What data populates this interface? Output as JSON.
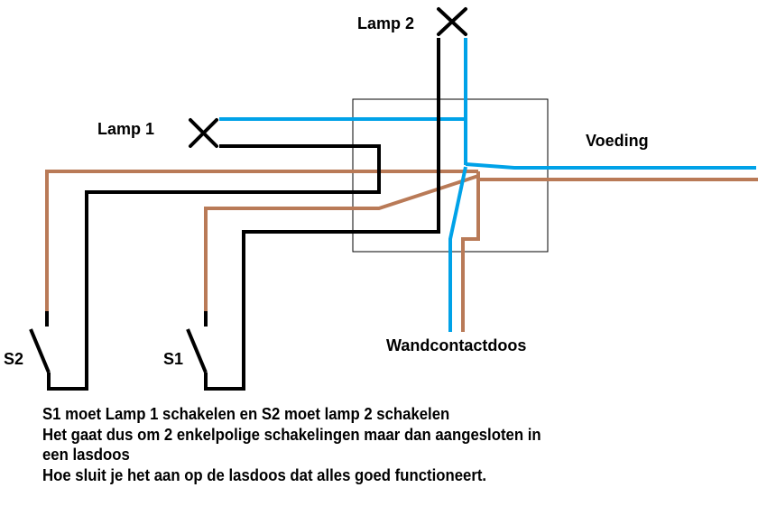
{
  "labels": {
    "lamp1": "Lamp 1",
    "lamp2": "Lamp 2",
    "voeding": "Voeding",
    "wandcontactdoos": "Wandcontactdoos",
    "s1": "S1",
    "s2": "S2"
  },
  "wire_colors": {
    "neutral": "#00a2e8",
    "phase": "#b97a57",
    "switched": "#000000"
  },
  "components": [
    "Lamp 1",
    "Lamp 2",
    "S1",
    "S2",
    "lasdoos (junction box)",
    "Wandcontactdoos",
    "Voeding"
  ],
  "note": {
    "lines": [
      "S1 moet Lamp 1 schakelen en S2 moet lamp 2 schakelen",
      "Het gaat dus om 2 enkelpolige schakelingen maar dan aangesloten in",
      "een lasdoos",
      "Hoe sluit je het aan op de lasdoos dat alles goed functioneert."
    ]
  }
}
